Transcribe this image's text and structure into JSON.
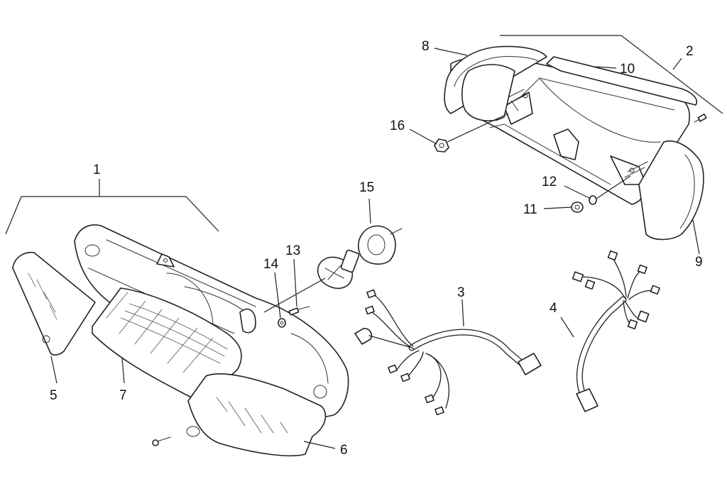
{
  "callouts": {
    "c1": "1",
    "c2": "2",
    "c3": "3",
    "c4": "4",
    "c5": "5",
    "c6": "6",
    "c7": "7",
    "c8": "8",
    "c9": "9",
    "c10": "10",
    "c11": "11",
    "c12": "12",
    "c13": "13",
    "c14": "14",
    "c15": "15",
    "c16": "16"
  },
  "colors": {
    "line": "#222222",
    "background": "#ffffff"
  }
}
